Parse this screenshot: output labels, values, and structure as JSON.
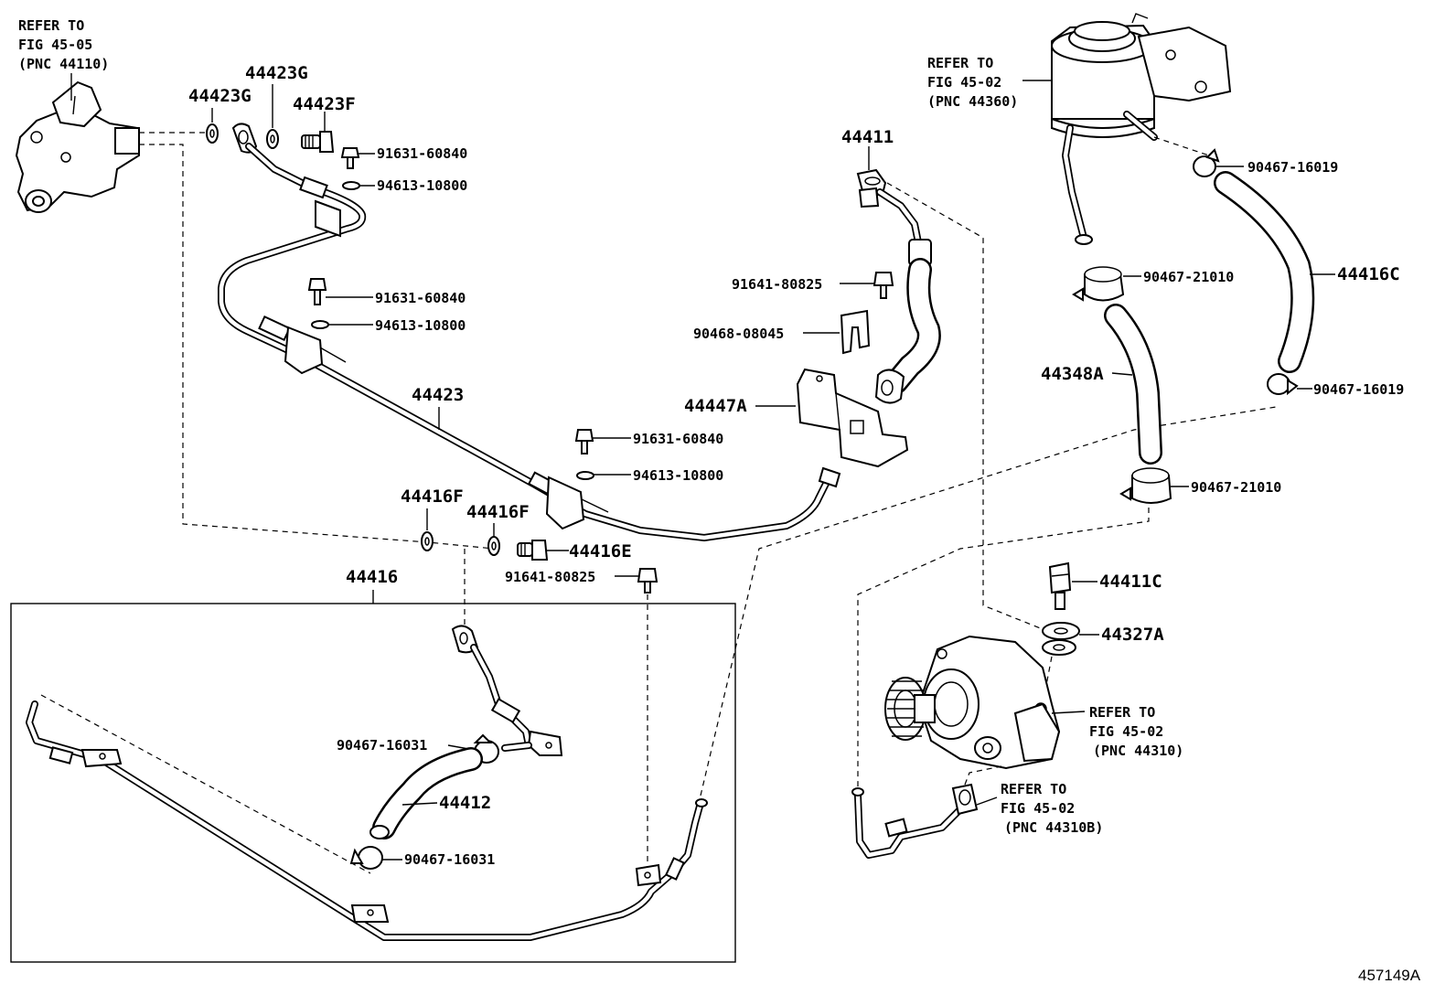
{
  "diagram": {
    "figure_id": "457149A",
    "callouts": {
      "p44423G_a": "44423G",
      "p44423G_b": "44423G",
      "p44423F": "44423F",
      "b91631_a": "91631-60840",
      "w94613_a": "94613-10800",
      "b91631_b": "91631-60840",
      "w94613_b": "94613-10800",
      "p44423": "44423",
      "b91631_c": "91631-60840",
      "w94613_c": "94613-10800",
      "p44416F_a": "44416F",
      "p44416F_b": "44416F",
      "p44416E": "44416E",
      "b91641_b": "91641-80825",
      "p44416": "44416",
      "c90467_16031_a": "90467-16031",
      "p44412": "44412",
      "c90467_16031_b": "90467-16031",
      "p44411": "44411",
      "b91641_a": "91641-80825",
      "c90468": "90468-08045",
      "p44447A": "44447A",
      "c90467_16019_a": "90467-16019",
      "c90467_21010_a": "90467-21010",
      "p44416C": "44416C",
      "p44348A": "44348A",
      "c90467_16019_b": "90467-16019",
      "c90467_21010_b": "90467-21010",
      "p44411C": "44411C",
      "p44327A": "44327A"
    },
    "references": {
      "ref1": [
        "REFER TO",
        "FIG 45-05",
        "(PNC 44110)"
      ],
      "ref2": [
        "REFER TO",
        "FIG 45-02",
        "(PNC 44360)"
      ],
      "ref3": [
        "REFER TO",
        "FIG 45-02",
        "(PNC 44310)"
      ],
      "ref4": [
        "REFER TO",
        "FIG 45-02",
        "(PNC 44310B)"
      ]
    }
  }
}
